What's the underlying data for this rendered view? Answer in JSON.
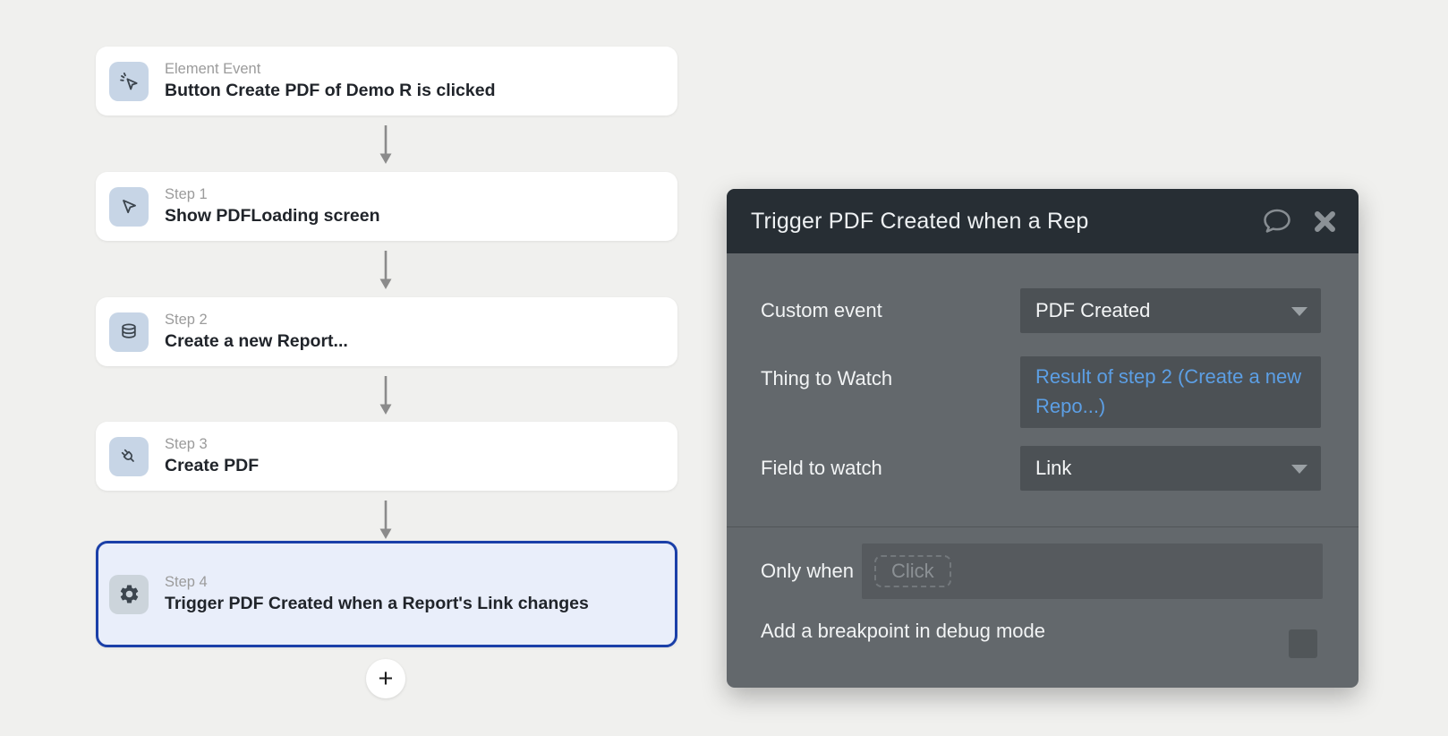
{
  "workflow": {
    "steps": [
      {
        "label": "Element Event",
        "title": "Button Create PDF of Demo R is clicked",
        "icon": "cursor-click-icon"
      },
      {
        "label": "Step 1",
        "title": "Show PDFLoading screen",
        "icon": "cursor-icon"
      },
      {
        "label": "Step 2",
        "title": "Create a new Report...",
        "icon": "database-icon"
      },
      {
        "label": "Step 3",
        "title": "Create PDF",
        "icon": "plug-icon"
      },
      {
        "label": "Step 4",
        "title": "Trigger PDF Created when a Report's Link changes",
        "icon": "gear-icon",
        "selected": true
      }
    ],
    "add_label": "+"
  },
  "panel": {
    "title": "Trigger PDF Created when a Rep",
    "header_icons": [
      "comment-icon",
      "close-icon"
    ],
    "fields": [
      {
        "label": "Custom event",
        "value": "PDF Created",
        "type": "dropdown"
      },
      {
        "label": "Thing to Watch",
        "value": "Result of step 2 (Create a new Repo...)",
        "type": "link"
      },
      {
        "label": "Field to watch",
        "value": "Link",
        "type": "dropdown"
      }
    ],
    "condition": {
      "label": "Only when",
      "placeholder": "Click"
    },
    "breakpoint": {
      "label": "Add a breakpoint in debug mode",
      "checked": false
    }
  },
  "colors": {
    "bg": "#f0f0ee",
    "card-bg": "#ffffff",
    "selected-bg": "#e9eefa",
    "selected-border": "#1a3fa8",
    "tile-blue": "#c7d5e6",
    "tile-gray": "#ccd4db",
    "step-label": "#9b9b9b",
    "card-title": "#20242a",
    "panel-header": "#272e34",
    "panel-body": "#63686c",
    "control-bg": "#4c5155",
    "when-bg": "#565a5e",
    "panel-text": "#f2f4f5",
    "link-blue": "#5c9fe5",
    "placeholder": "#8b9094",
    "checkbox-bg": "#515659"
  }
}
